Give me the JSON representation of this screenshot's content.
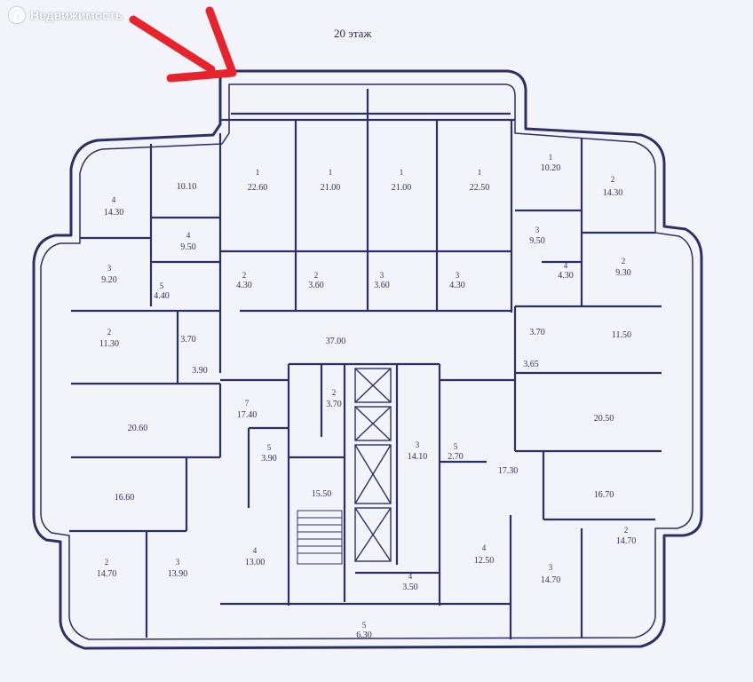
{
  "watermark": {
    "brand": "Недвижимость",
    "logo_letter": "Я"
  },
  "floor_title": "20 этаж",
  "colors": {
    "wall": "#2c2f66",
    "paper": "#f3f4fa",
    "arrow": "#e8232c"
  },
  "annotation": {
    "type": "red-arrow",
    "direction": "down-right"
  },
  "rooms": [
    {
      "id": "n1",
      "num": "1",
      "area": "22.60"
    },
    {
      "id": "n2",
      "num": "1",
      "area": "21.00"
    },
    {
      "id": "n3",
      "num": "1",
      "area": "21.00"
    },
    {
      "id": "n4",
      "num": "1",
      "area": "22.50"
    },
    {
      "id": "n5",
      "num": "1",
      "area": "10.20"
    },
    {
      "id": "n6",
      "num": "2",
      "area": "14.30"
    },
    {
      "id": "w1",
      "num": "4",
      "area": "14.30"
    },
    {
      "id": "w2",
      "num": "",
      "area": "10.10"
    },
    {
      "id": "w3",
      "num": "4",
      "area": "9.50"
    },
    {
      "id": "w4",
      "num": "3",
      "area": "9.20"
    },
    {
      "id": "w5",
      "num": "5",
      "area": "4.40"
    },
    {
      "id": "w6",
      "num": "2",
      "area": "11.30"
    },
    {
      "id": "w7",
      "num": "",
      "area": "3.70"
    },
    {
      "id": "w8",
      "num": "",
      "area": "3.90"
    },
    {
      "id": "w9",
      "num": "",
      "area": "20.60"
    },
    {
      "id": "w10",
      "num": "",
      "area": "16.60"
    },
    {
      "id": "w11",
      "num": "2",
      "area": "14.70"
    },
    {
      "id": "w12",
      "num": "3",
      "area": "13.90"
    },
    {
      "id": "c1",
      "num": "7",
      "area": "17.40"
    },
    {
      "id": "c2",
      "num": "5",
      "area": "3.90"
    },
    {
      "id": "c3",
      "num": "",
      "area": "15.50"
    },
    {
      "id": "c4",
      "num": "4",
      "area": "13.00"
    },
    {
      "id": "c5",
      "num": "2",
      "area": "3.70"
    },
    {
      "id": "c6",
      "num": "3",
      "area": "14.10"
    },
    {
      "id": "c7",
      "num": "",
      "area": "37.00"
    },
    {
      "id": "c8",
      "num": "2",
      "area": "4.30"
    },
    {
      "id": "c9",
      "num": "2",
      "area": "3.60"
    },
    {
      "id": "c10",
      "num": "3",
      "area": "3.60"
    },
    {
      "id": "c11",
      "num": "3",
      "area": "4.30"
    },
    {
      "id": "c12",
      "num": "4",
      "area": "3.50"
    },
    {
      "id": "c13",
      "num": "5",
      "area": "6.30"
    },
    {
      "id": "c14",
      "num": "5",
      "area": "2.70"
    },
    {
      "id": "e1",
      "num": "3",
      "area": "9.50"
    },
    {
      "id": "e2",
      "num": "2",
      "area": "9.30"
    },
    {
      "id": "e3",
      "num": "4",
      "area": "4.30"
    },
    {
      "id": "e4",
      "num": "",
      "area": "3.70"
    },
    {
      "id": "e5",
      "num": "",
      "area": "3.65"
    },
    {
      "id": "e6",
      "num": "",
      "area": "11.50"
    },
    {
      "id": "e7",
      "num": "",
      "area": "20.50"
    },
    {
      "id": "e8",
      "num": "",
      "area": "17.30"
    },
    {
      "id": "e9",
      "num": "",
      "area": "16.70"
    },
    {
      "id": "e10",
      "num": "4",
      "area": "12.50"
    },
    {
      "id": "e11",
      "num": "3",
      "area": "14.70"
    },
    {
      "id": "e12",
      "num": "2",
      "area": "14.70"
    }
  ]
}
